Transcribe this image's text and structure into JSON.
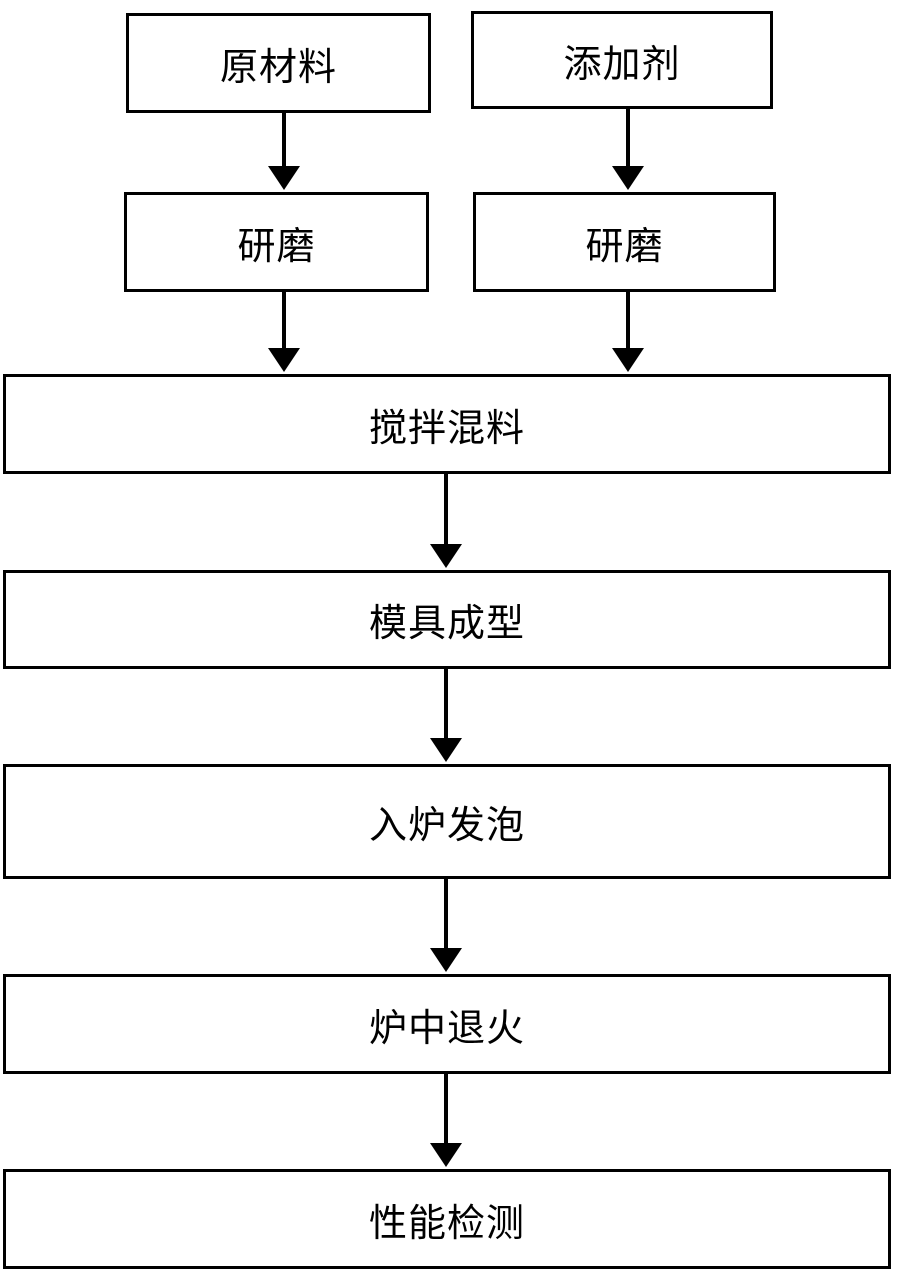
{
  "flowchart": {
    "raw_material": "原材料",
    "additive": "添加剂",
    "grind_left": "研磨",
    "grind_right": "研磨",
    "mixing": "搅拌混料",
    "molding": "模具成型",
    "foaming": "入炉发泡",
    "annealing": "炉中退火",
    "testing": "性能检测"
  },
  "colors": {
    "line": "#000000",
    "box_border": "#000000",
    "background": "#ffffff"
  }
}
